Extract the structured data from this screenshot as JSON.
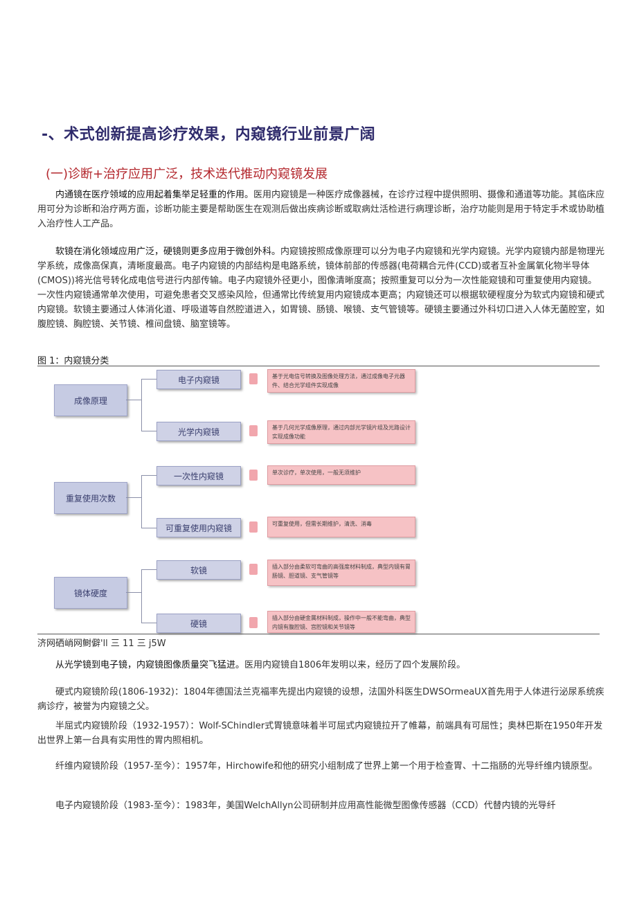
{
  "heading1": "-、术式创新提高诊疗效果，内窥镜行业前景广阔",
  "heading2": "(一)诊断+治疗应用广泛，技术迭代推动内窥镜发展",
  "paragraphs": [
    {
      "lead": "内通镜在医疗领域的应用起着集举足轻重的作用。",
      "text": "医用内窥镜是一种医疗成像器械，在诊疗过程中提供照明、摄像和通道等功能。其临床应用可分为诊断和治疗两方面，诊断功能主要是帮助医生在观测后做出疾病诊断或取病灶活检进行病理诊断，治疗功能则是用于特定手术或协助植入治疗性人工产品。"
    },
    {
      "lead": "软镜在消化领域应用广泛，硬镜则更多应用于微创外科。",
      "text": "内窥镜按照成像原理可以分为电子内窥镜和光学内窥镜。光学内窥镜内部是物理光学系统，成像高保真，清晰度最高。电子内窥镜的内部结构是电路系统，镜体前部的传感器(电荷耦合元件(CCD)或者互补金属氧化物半导体(CMOS))将光信号转化成电信号进行内部传输。电子内窥镜外径更小，图像清晰度高；按照重复可以分为一次性能窥镜和可重复使用内窥镜。一次性内窥镜通常单次使用，可避免患者交叉感染风险，但通常比传统复用内窥镜成本更高；内窥镜还可以根据软硬程度分为软式内窥镜和硬式内窥镜。软镜主要通过人体消化道、呼吸道等自然腔道进入，如胃镜、肠镜、喉镜、支气管镜等。硬镜主要通过外科切口进入人体无菌腔室，如腹腔镜、胸腔镜、关节镜、椎间盘镜、脑室镜等。"
    }
  ],
  "figure": {
    "caption": "图 1：内窥镜分类",
    "groups": [
      {
        "category": "成像原理",
        "items": [
          {
            "name": "电子内窥镜",
            "desc": "基于光电信号转换及图像处理方法，通过成像电子元器件、结合光学组件实现成像"
          },
          {
            "name": "光学内窥镜",
            "desc": "基于几何光学成像原理，通过内部光学镜片组及光路设计实现成像功能"
          }
        ]
      },
      {
        "category": "重复使用次数",
        "items": [
          {
            "name": "一次性内窥镜",
            "desc": "单次诊疗，单次使用，一般无须维护"
          },
          {
            "name": "可重复使用内窥镜",
            "desc": "可重复使用，但需长期维护，清洗、消毒"
          }
        ]
      },
      {
        "category": "镜体硬度",
        "items": [
          {
            "name": "软镜",
            "desc": "插入部分由柔软可弯曲的高强度材料制成，典型内镜有胃肠镜、胆道镜、支气管镜等"
          },
          {
            "name": "硬镜",
            "desc": "插入部分由硬金属材料制成，操作中一般不能弯曲，典型内镜有腹腔镜、宫腔镜和关节镜等"
          }
        ]
      }
    ],
    "source": "济网硒峭网鲥僻'll 三 11 三 j5W"
  },
  "paragraphs2": [
    {
      "lead": "从光学镜到电子镜，内窥镜图像质量突飞猛进。",
      "text": "医用内窥镜自1806年发明以来，经历了四个发展阶段。"
    },
    {
      "lead": "",
      "text": "硬式内窥镜阶段(1806-1932)：1804年德国法兰克福率先提出内窥镜的设想，法国外科医生DWSOrmeaUX首先用于人体进行泌尿系统疾病诊疗，被誉为内窥镜之父。"
    },
    {
      "lead": "",
      "text": "半屈式内窥镜阶段（1932-1957）：Wolf-SChindler式胃镜意味着半可屈式内窥镜拉开了帷幕，前端具有可屈性；奥林巴斯在1950年开发出世界上第一台具有实用性的胃内照相机。"
    },
    {
      "lead": "",
      "text": "纤维内窥镜阶段（1957-至今）：1957年，Hirchowife和他的研究小组制成了世界上第一个用于检查胃、十二指肠的光导纤维内镜原型。"
    },
    {
      "lead": "",
      "text": "电子内窥镜阶段（1983-至今）：1983年，美国WelchAllyn公司研制并应用高性能微型图像传感器（CCD）代替内镜的光导纤"
    }
  ]
}
